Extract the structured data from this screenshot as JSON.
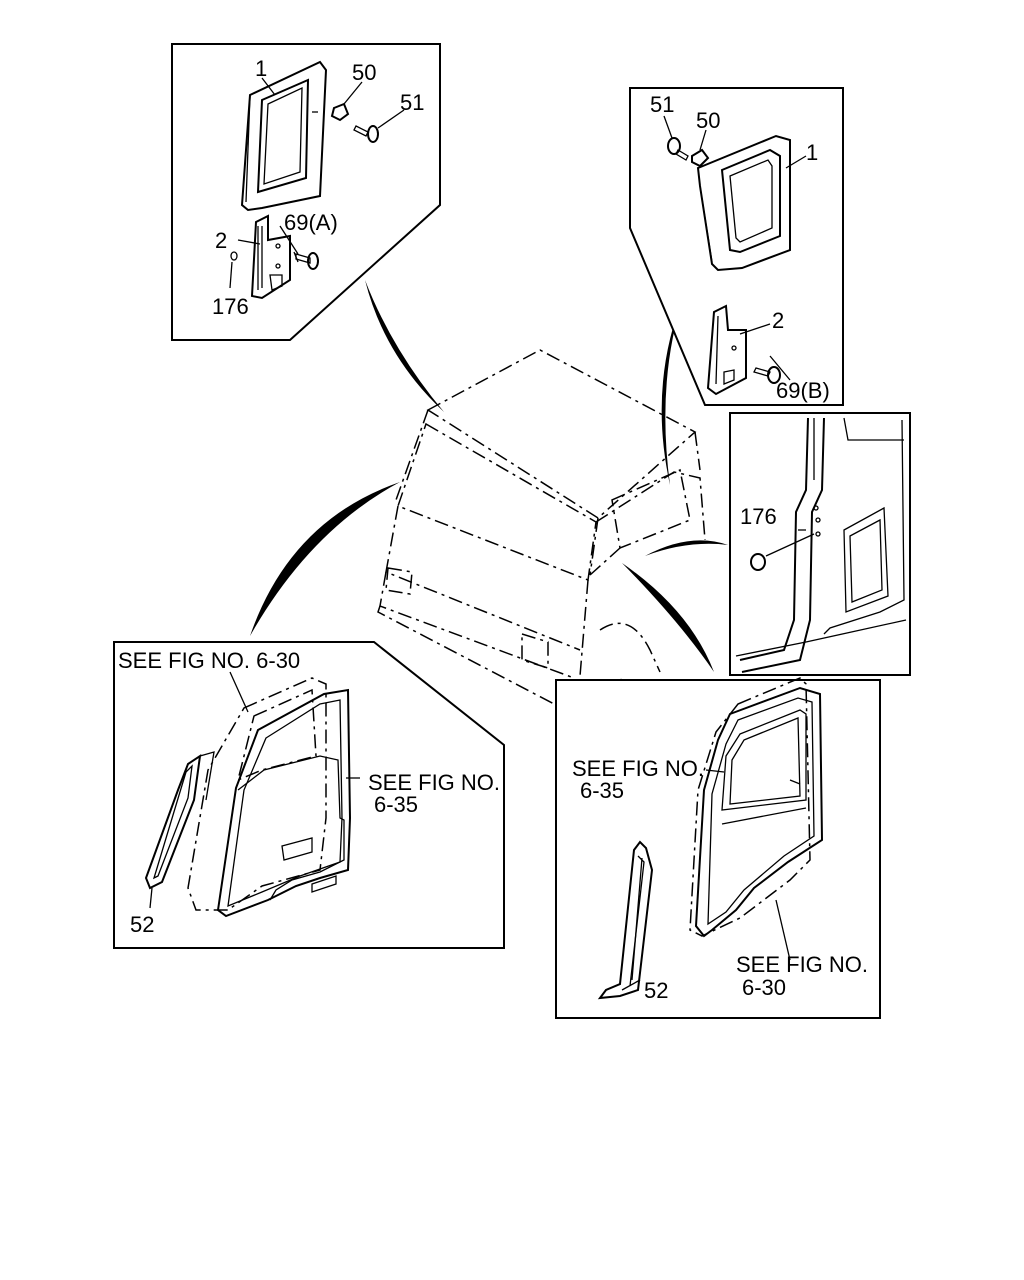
{
  "labels": {
    "tl_part_1": "1",
    "tl_part_50": "50",
    "tl_part_51": "51",
    "tl_part_2": "2",
    "tl_part_69a": "69(A)",
    "tl_part_176": "176",
    "tr_part_51": "51",
    "tr_part_50": "50",
    "tr_part_1": "1",
    "tr_part_2": "2",
    "tr_part_69b": "69(B)",
    "mr_part_176": "176",
    "bl_see_fig_630": "SEE FIG NO. 6-30",
    "bl_see_fig_635_l1": "SEE FIG NO.",
    "bl_see_fig_635_l2": "6-35",
    "bl_part_52": "52",
    "br_see_fig_635_l1": "SEE FIG NO.",
    "br_see_fig_635_l2": "6-35",
    "br_part_52": "52",
    "br_see_fig_630_l1": "SEE FIG NO.",
    "br_see_fig_630_l2": "6-30"
  }
}
